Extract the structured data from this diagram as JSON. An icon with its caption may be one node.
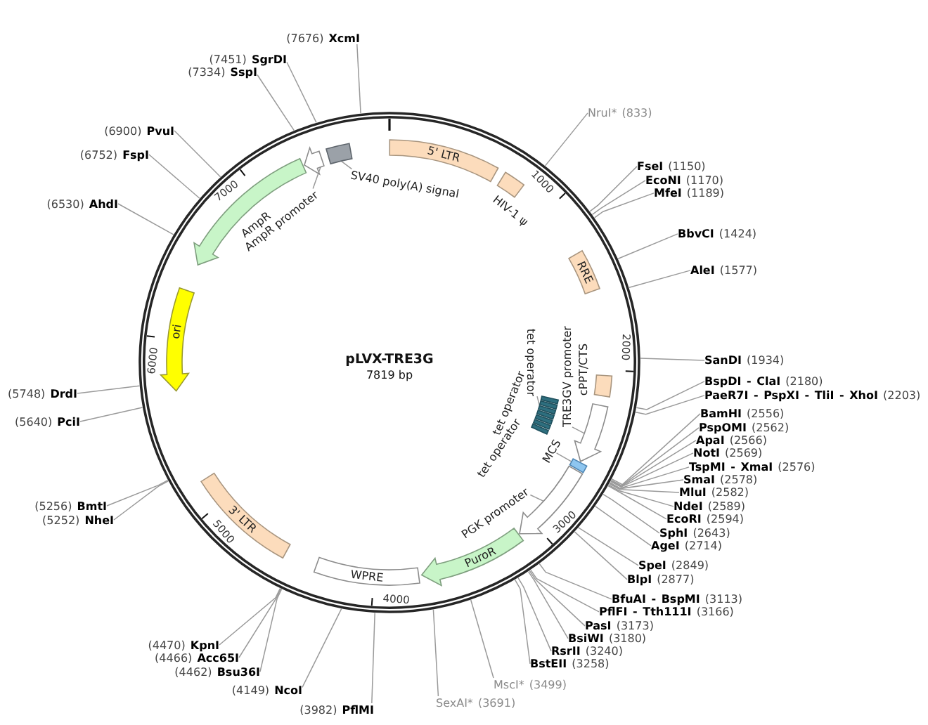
{
  "diagram": {
    "nodes": [
      {
        "text": [
          "pLVX-TRE3G",
          "7819 bp"
        ]
      },
      {
        "text": [
          "NruI* (833)"
        ]
      },
      {
        "text": [
          "**FseI** (1150)"
        ]
      },
      {
        "text": [
          "**EcoNI** (1170)"
        ]
      },
      {
        "text": [
          "**MfeI** (1189)"
        ]
      },
      {
        "text": [
          "**BbvCI** (1424)"
        ]
      },
      {
        "text": [
          "**AleI** (1577)"
        ]
      },
      {
        "text": [
          "**SanDI** (1934)"
        ]
      },
      {
        "text": [
          "**BspDI - ClaI** (2180)"
        ]
      },
      {
        "text": [
          "**PaeR7I - PspXI - TliI - XhoI** (2203)"
        ]
      },
      {
        "text": [
          "**BamHI** (2556)"
        ]
      },
      {
        "text": [
          "**PspOMI** (2562)"
        ]
      },
      {
        "text": [
          "**ApaI** (2566)"
        ]
      },
      {
        "text": [
          "**NotI** (2569)"
        ]
      },
      {
        "text": [
          "**TspMI - XmaI** (2576)"
        ]
      },
      {
        "text": [
          "**SmaI** (2578)"
        ]
      },
      {
        "text": [
          "**MluI** (2582)"
        ]
      },
      {
        "text": [
          "**NdeI** (2589)"
        ]
      },
      {
        "text": [
          "**EcoRI** (2594)"
        ]
      },
      {
        "text": [
          "**SphI** (2643)"
        ]
      },
      {
        "text": [
          "**AgeI** (2714)"
        ]
      },
      {
        "text": [
          "**SpeI** (2849)"
        ]
      },
      {
        "text": [
          "**BlpI** (2877)"
        ]
      },
      {
        "text": [
          "**BfuAI - BspMI** (3113)"
        ]
      },
      {
        "text": [
          "**PflFI - Tth111I** (3166)"
        ]
      },
      {
        "text": [
          "**PasI** (3173)"
        ]
      },
      {
        "text": [
          "**BsiWI** (3180)"
        ]
      },
      {
        "text": [
          "**RsrII** (3240)"
        ]
      },
      {
        "text": [
          "**BstEII** (3258)"
        ]
      },
      {
        "text": [
          "MscI* (3499)"
        ]
      },
      {
        "text": [
          "SexAI* (3691)"
        ]
      },
      {
        "text": [
          "(3982) **PflMI**"
        ]
      },
      {
        "text": [
          "(4149) **NcoI**"
        ]
      },
      {
        "text": [
          "(4462) **Bsu36I**"
        ]
      },
      {
        "text": [
          "(4466) **Acc65I**"
        ]
      },
      {
        "text": [
          "(4470) **KpnI**"
        ]
      },
      {
        "text": [
          "(5252) **NheI**"
        ]
      },
      {
        "text": [
          "(5256) **BmtI**"
        ]
      },
      {
        "text": [
          "(5640) **PciI**"
        ]
      },
      {
        "text": [
          "(5748) **DrdI**"
        ]
      },
      {
        "text": [
          "(6530) **AhdI**"
        ]
      },
      {
        "text": [
          "(6752) **FspI**"
        ]
      },
      {
        "text": [
          "(6900) **PvuI**"
        ]
      },
      {
        "text": [
          "(7334) **SspI**"
        ]
      },
      {
        "text": [
          "(7451) **SgrDI**"
        ]
      },
      {
        "text": [
          "(7676) **XcmI**"
        ]
      },
      {
        "text": [
          "5' LTR"
        ],
        "in": 0
      },
      {
        "text": [],
        "shape": "box",
        "beside": [
          "HIV-1 ψ"
        ],
        "in": 0
      },
      {
        "text": [
          "RRE"
        ],
        "in": 0
      },
      {
        "text": [],
        "shape": "box",
        "beside": [
          "cPPT/CTS"
        ],
        "in": 0
      },
      {
        "text": [],
        "shape": "arrow",
        "in": 0
      },
      {
        "text": [],
        "shape": "box",
        "beside": [
          "tet operator",
          "tet operator"
        ],
        "in": 0
      },
      {
        "text": [],
        "shape": "box",
        "in": 0
      },
      {
        "text": [],
        "shape": "arrow",
        "in": 0
      },
      {
        "text": [
          "PuroR"
        ],
        "in": 0
      },
      {
        "text": [
          "WPRE"
        ],
        "in": 0
      },
      {
        "text": [
          "3' LTR"
        ],
        "in": 0
      },
      {
        "text": [
          "ori"
        ],
        "in": 0
      },
      {
        "text": [],
        "shape": "arrow",
        "beside": [
          "AmpR"
        ],
        "in": 0
      },
      {
        "text": [],
        "shape": "arrow",
        "in": 0
      },
      {
        "text": [],
        "shape": "box",
        "in": 0
      },
      {
        "text": [
          "TRE3GV promoter"
        ],
        "in": 0
      },
      {
        "text": [
          "tet operator"
        ],
        "in": 0
      },
      {
        "text": [
          "MCS"
        ],
        "in": 0
      },
      {
        "text": [
          "PGK promoter"
        ],
        "in": 0
      },
      {
        "text": [
          "AmpR promoter"
        ],
        "in": 0
      },
      {
        "text": [
          "SV40 poly(A) signal"
        ],
        "in": 0
      }
    ],
    "edges": [
      {
        "from": 1,
        "to": 0,
        "arrow": "none"
      },
      {
        "from": 2,
        "to": 0,
        "arrow": "none"
      },
      {
        "from": 3,
        "to": 0,
        "arrow": "none"
      },
      {
        "from": 4,
        "to": 0,
        "arrow": "none"
      },
      {
        "from": 5,
        "to": 0,
        "arrow": "none"
      },
      {
        "from": 6,
        "to": 0,
        "arrow": "none"
      },
      {
        "from": 7,
        "to": 0,
        "arrow": "none"
      },
      {
        "from": 8,
        "to": 0,
        "arrow": "none"
      },
      {
        "from": 9,
        "to": 0,
        "arrow": "none"
      },
      {
        "from": 10,
        "to": 0,
        "arrow": "none"
      },
      {
        "from": 11,
        "to": 0,
        "arrow": "none"
      },
      {
        "from": 12,
        "to": 0,
        "arrow": "none"
      },
      {
        "from": 13,
        "to": 0,
        "arrow": "none"
      },
      {
        "from": 14,
        "to": 0,
        "arrow": "none"
      },
      {
        "from": 15,
        "to": 0,
        "arrow": "none"
      },
      {
        "from": 16,
        "to": 0,
        "arrow": "none"
      },
      {
        "from": 17,
        "to": 0,
        "arrow": "none"
      },
      {
        "from": 18,
        "to": 0,
        "arrow": "none"
      },
      {
        "from": 19,
        "to": 0,
        "arrow": "none"
      },
      {
        "from": 20,
        "to": 0,
        "arrow": "none"
      },
      {
        "from": 21,
        "to": 0,
        "arrow": "none"
      },
      {
        "from": 22,
        "to": 0,
        "arrow": "none"
      },
      {
        "from": 23,
        "to": 0,
        "arrow": "none"
      },
      {
        "from": 24,
        "to": 0,
        "arrow": "none"
      },
      {
        "from": 25,
        "to": 0,
        "arrow": "none"
      },
      {
        "from": 26,
        "to": 0,
        "arrow": "none"
      },
      {
        "from": 27,
        "to": 0,
        "arrow": "none"
      },
      {
        "from": 28,
        "to": 0,
        "arrow": "none"
      },
      {
        "from": 29,
        "to": 0,
        "arrow": "none"
      },
      {
        "from": 30,
        "to": 0,
        "arrow": "none"
      },
      {
        "from": 31,
        "to": 0,
        "arrow": "none"
      },
      {
        "from": 32,
        "to": 0,
        "arrow": "none"
      },
      {
        "from": 33,
        "to": 0,
        "arrow": "none"
      },
      {
        "from": 34,
        "to": 0,
        "arrow": "none"
      },
      {
        "from": 35,
        "to": 0,
        "arrow": "none"
      },
      {
        "from": 36,
        "to": 0,
        "arrow": "none"
      },
      {
        "from": 37,
        "to": 0,
        "arrow": "none"
      },
      {
        "from": 38,
        "to": 0,
        "arrow": "none"
      },
      {
        "from": 39,
        "to": 0,
        "arrow": "none"
      },
      {
        "from": 40,
        "to": 0,
        "arrow": "none"
      },
      {
        "from": 41,
        "to": 0,
        "arrow": "none"
      },
      {
        "from": 42,
        "to": 0,
        "arrow": "none"
      },
      {
        "from": 43,
        "to": 0,
        "arrow": "none"
      },
      {
        "from": 44,
        "to": 0,
        "arrow": "none"
      },
      {
        "from": 45,
        "to": 0,
        "arrow": "none"
      },
      {
        "from": 61,
        "to": 50,
        "arrow": "none"
      },
      {
        "from": 62,
        "to": 51,
        "arrow": "none"
      },
      {
        "from": 63,
        "to": 52,
        "arrow": "none"
      },
      {
        "from": 64,
        "to": 53,
        "arrow": "none"
      },
      {
        "from": 65,
        "to": 59,
        "arrow": "none"
      },
      {
        "from": 66,
        "to": 60,
        "arrow": "none"
      }
    ],
    "labels": [
      "1000",
      "2000",
      "3000",
      "4000",
      "5000",
      "6000",
      "7000"
    ]
  }
}
